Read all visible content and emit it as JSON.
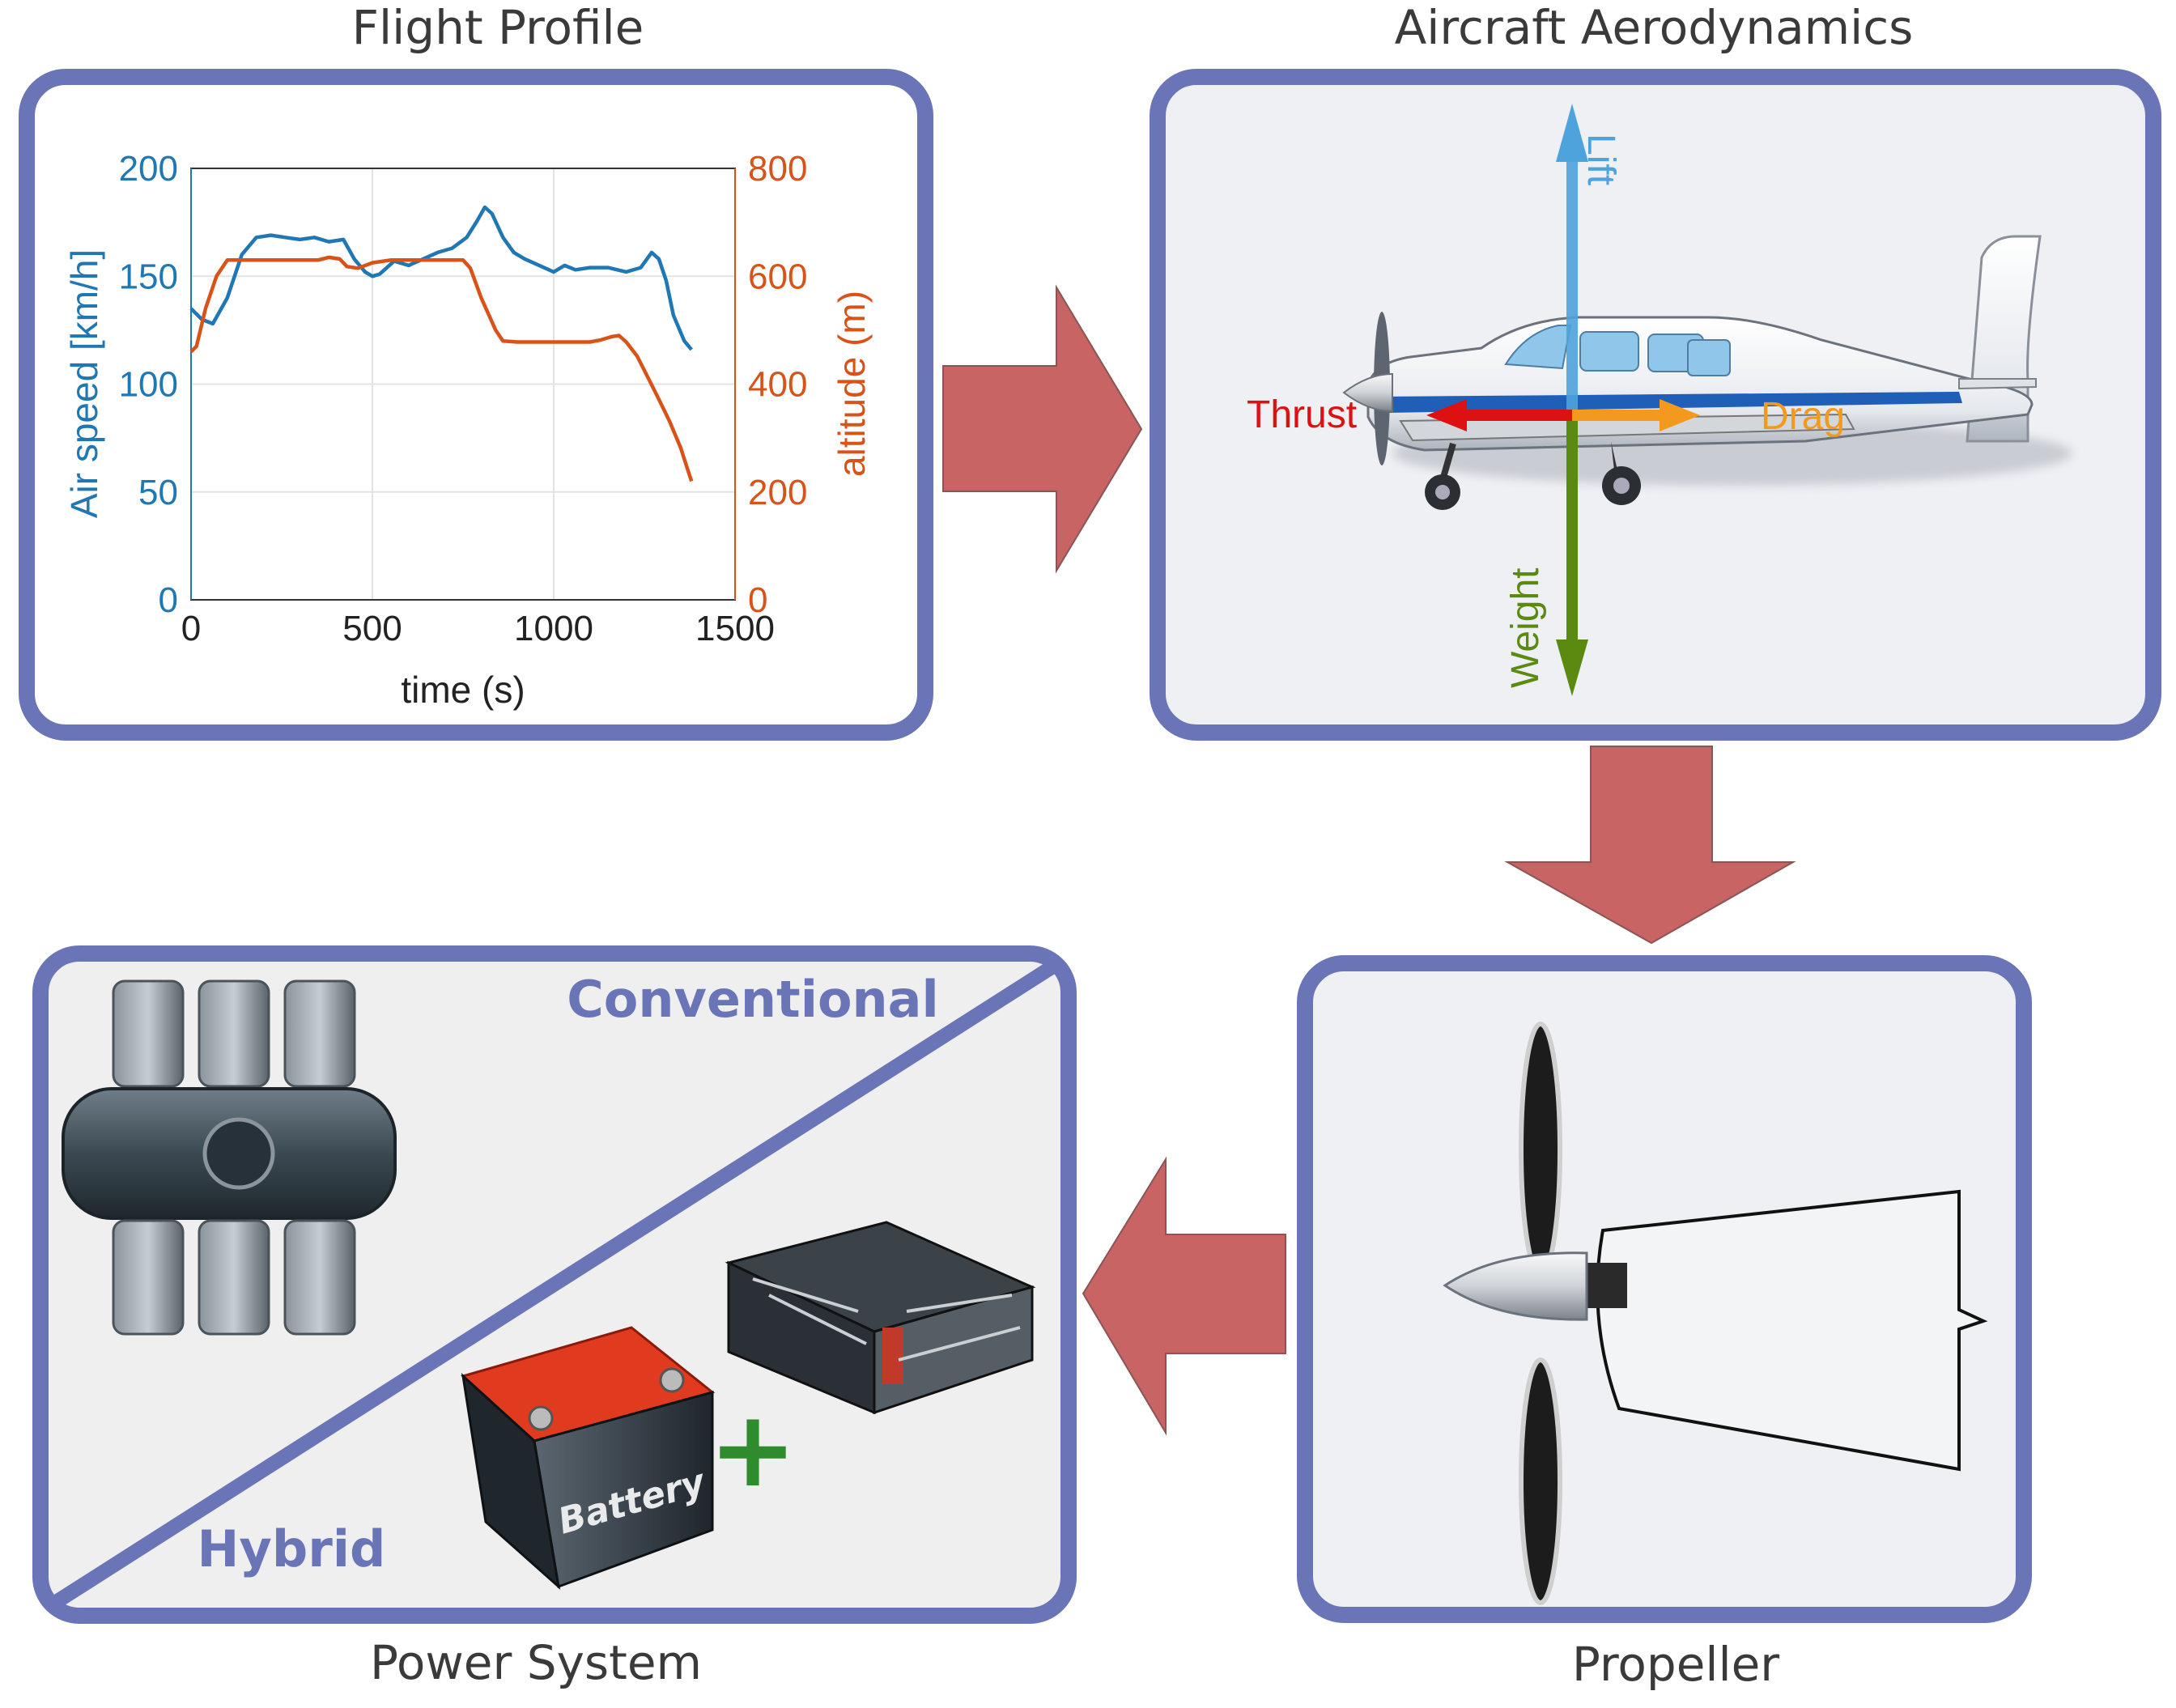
{
  "panels": {
    "flight_profile": {
      "title": "Flight Profile"
    },
    "aerodynamics": {
      "title": "Aircraft Aerodynamics",
      "forces": {
        "lift": "Lift",
        "thrust": "Thrust",
        "drag": "Drag",
        "weight": "Weight"
      }
    },
    "propeller": {
      "title": "Propeller"
    },
    "power_system": {
      "title": "Power System",
      "conventional_label": "Conventional",
      "hybrid_label": "Hybrid",
      "battery_label": "Battery",
      "plus_symbol": "+"
    }
  },
  "colors": {
    "panel_border": "#6a75b8",
    "arrow_fill": "#c86464",
    "speed_line": "#1f77b4",
    "altitude_line": "#d95319",
    "lift": "#4fa3dc",
    "thrust": "#dd1111",
    "drag": "#f39a1e",
    "weight": "#5a8a10"
  },
  "chart_data": {
    "type": "line",
    "xlabel": "time (s)",
    "ylabel_left": "Air speed [km/h]",
    "ylabel_right": "altitude (m)",
    "xlim": [
      0,
      1500
    ],
    "ylim_left": [
      0,
      200
    ],
    "ylim_right": [
      0,
      800
    ],
    "xticks": [
      0,
      500,
      1000,
      1500
    ],
    "yticks_left": [
      0,
      50,
      100,
      150,
      200
    ],
    "yticks_right": [
      0,
      200,
      400,
      600,
      800
    ],
    "grid": true,
    "series": [
      {
        "axis": "left",
        "x": [
          0,
          30,
          60,
          100,
          140,
          180,
          220,
          260,
          300,
          340,
          380,
          420,
          450,
          480,
          500,
          520,
          560,
          600,
          640,
          680,
          720,
          760,
          790,
          810,
          830,
          860,
          890,
          920,
          960,
          1000,
          1030,
          1060,
          1100,
          1150,
          1200,
          1240,
          1270,
          1290,
          1310,
          1330,
          1360,
          1380
        ],
        "values": [
          135,
          130,
          128,
          140,
          160,
          168,
          169,
          168,
          167,
          168,
          166,
          167,
          158,
          152,
          150,
          151,
          157,
          155,
          158,
          161,
          163,
          168,
          176,
          182,
          179,
          168,
          161,
          158,
          155,
          152,
          155,
          153,
          154,
          154,
          152,
          154,
          161,
          158,
          148,
          132,
          120,
          116
        ]
      },
      {
        "axis": "right",
        "x": [
          0,
          15,
          40,
          70,
          100,
          150,
          250,
          350,
          380,
          410,
          430,
          460,
          500,
          550,
          650,
          750,
          770,
          800,
          840,
          860,
          900,
          950,
          1000,
          1050,
          1100,
          1130,
          1160,
          1180,
          1200,
          1230,
          1260,
          1290,
          1320,
          1350,
          1370,
          1380
        ],
        "values": [
          460,
          470,
          540,
          600,
          630,
          630,
          630,
          630,
          635,
          632,
          618,
          615,
          625,
          630,
          630,
          630,
          615,
          560,
          500,
          480,
          478,
          478,
          478,
          478,
          478,
          482,
          488,
          490,
          478,
          452,
          412,
          372,
          330,
          282,
          240,
          220
        ]
      }
    ]
  }
}
